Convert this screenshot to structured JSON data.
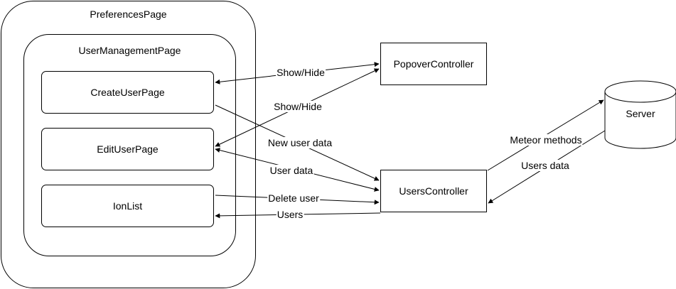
{
  "containers": {
    "preferences_page": "PreferencesPage",
    "user_management_page": "UserManagementPage"
  },
  "components": {
    "create_user_page": "CreateUserPage",
    "edit_user_page": "EditUserPage",
    "ion_list": "IonList"
  },
  "controllers": {
    "popover": "PopoverController",
    "users": "UsersController"
  },
  "server": "Server",
  "edges": {
    "show_hide_create": "Show/Hide",
    "show_hide_edit": "Show/Hide",
    "new_user_data": "New user data",
    "user_data": "User data",
    "delete_user": "Delete user",
    "users": "Users",
    "meteor_methods": "Meteor methods",
    "users_data": "Users data"
  }
}
